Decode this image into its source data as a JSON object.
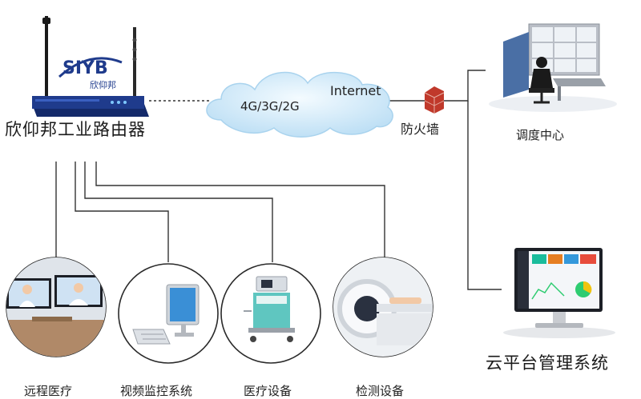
{
  "router": {
    "brand_logo": "SIYB",
    "brand_cn": "欣仰邦",
    "name": "欣仰邦工业路由器"
  },
  "network": {
    "internet": "Internet",
    "generations": "4G/3G/2G",
    "firewall": "防火墙"
  },
  "endpoints": {
    "dispatch_center": "调度中心",
    "cloud_platform": "云平台管理系统"
  },
  "devices": [
    {
      "label": "远程医疗"
    },
    {
      "label": "视频监控系统"
    },
    {
      "label": "医疗设备"
    },
    {
      "label": "检测设备"
    }
  ],
  "colors": {
    "router_body": "#1f3b8c",
    "cloud": "#d6ecfa",
    "firewall": "#c0392b",
    "line": "#333333"
  },
  "icons": {
    "router": "router-icon",
    "cloud": "cloud-icon",
    "firewall": "firewall-icon",
    "dispatch": "control-room-icon",
    "monitor": "monitor-dashboard-icon"
  }
}
